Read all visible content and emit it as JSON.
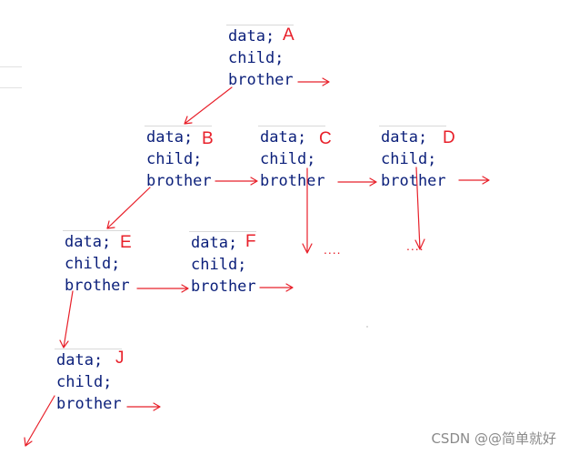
{
  "nodes": [
    {
      "id": "A",
      "letter": "A",
      "data": "data;",
      "child": "child;",
      "brother": "brother"
    },
    {
      "id": "B",
      "letter": "B",
      "data": "data;",
      "child": "child;",
      "brother": "brother"
    },
    {
      "id": "C",
      "letter": "C",
      "data": "data;",
      "child": "child;",
      "brother": "brother"
    },
    {
      "id": "D",
      "letter": "D",
      "data": "data;",
      "child": "child;",
      "brother": "brother"
    },
    {
      "id": "E",
      "letter": "E",
      "data": "data;",
      "child": "child;",
      "brother": "brother"
    },
    {
      "id": "F",
      "letter": "F",
      "data": "data;",
      "child": "child;",
      "brother": "brother"
    },
    {
      "id": "J",
      "letter": "J",
      "data": "data;",
      "child": "child;",
      "brother": "brother"
    }
  ],
  "ellipsis": "....",
  "watermark": "CSDN @@简单就好",
  "colors": {
    "code_text": "#0b1f7a",
    "annotation": "#e8202a",
    "watermark": "#8a8a8a"
  }
}
